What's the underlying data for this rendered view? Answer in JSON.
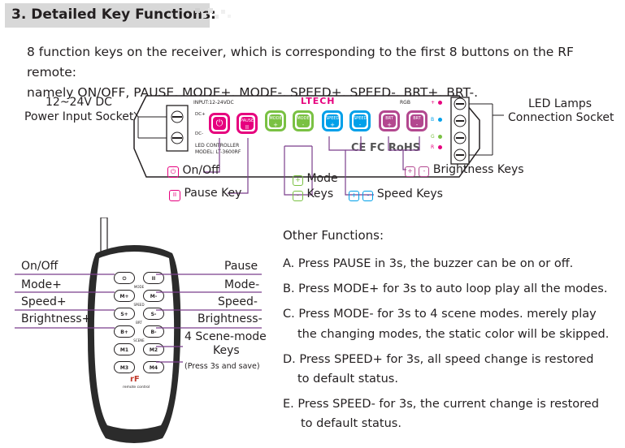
{
  "section": {
    "number": "3.",
    "title": "Detailed Key Functions",
    "colon": ":"
  },
  "intro": {
    "line1": "8 function keys on the receiver, which is corresponding to the first 8 buttons on the RF remote:",
    "line2": "namely ON/OFF, PAUSE, MODE+, MODE-, SPEED+, SPEED-, BRT+, BRT-."
  },
  "receiver": {
    "power_label_1": "12~24V DC",
    "power_label_2": "Power Input Socket",
    "led_label_1": "LED Lamps",
    "led_label_2": "Connection Socket",
    "brand": "LTECH",
    "input_text": "INPUT:12-24VDC",
    "dc_plus": "DC+",
    "dc_minus": "DC-",
    "rgb_text": "RGB",
    "product_line1": "LED CONTROLLER",
    "product_line2": "MODEL: LT-3600RF",
    "cert": "CE FC RoHS",
    "channels": [
      "+",
      "B",
      "G",
      "R"
    ],
    "keys": [
      {
        "name": "on-off",
        "line1": "",
        "line2": "",
        "color": "#e6007e"
      },
      {
        "name": "pause",
        "line1": "PAUSE",
        "line2": "II",
        "color": "#e6007e"
      },
      {
        "name": "mode-plus",
        "line1": "MODE",
        "line2": "+",
        "color": "#7ac143"
      },
      {
        "name": "mode-minus",
        "line1": "MODE",
        "line2": "-",
        "color": "#7ac143"
      },
      {
        "name": "speed-plus",
        "line1": "SPEED",
        "line2": "+",
        "color": "#00a0e9"
      },
      {
        "name": "speed-minus",
        "line1": "SPEED",
        "line2": "-",
        "color": "#00a0e9"
      },
      {
        "name": "brt-plus",
        "line1": "BRT",
        "line2": "+",
        "color": "#b3488f"
      },
      {
        "name": "brt-minus",
        "line1": "BRT",
        "line2": "-",
        "color": "#b3488f"
      }
    ],
    "callouts": {
      "on_off": "On/Off",
      "pause": "Pause Key",
      "mode_1": "Mode",
      "mode_2": "Keys",
      "speed": "Speed Keys",
      "brightness": "Brightness Keys"
    }
  },
  "remote": {
    "labels_left": [
      "On/Off",
      "Mode+",
      "Speed+",
      "Brightness+"
    ],
    "labels_right": [
      "Pause",
      "Mode-",
      "Speed-",
      "Brightness-"
    ],
    "scene_1": "4 Scene-mode",
    "scene_2": "Keys",
    "scene_note": "(Press 3s and save)",
    "buttons": [
      [
        "⏻",
        "II"
      ],
      [
        "M+",
        "M-"
      ],
      [
        "S+",
        "S-"
      ],
      [
        "B+",
        "B-"
      ],
      [
        "M1",
        "M2"
      ],
      [
        "M3",
        "M4"
      ]
    ],
    "row_captions": [
      "",
      "MODE",
      "SPEED",
      "BRT",
      "SCENE",
      ""
    ],
    "logo": "rF",
    "logo_caption": "remote control"
  },
  "other_functions": {
    "title": "Other Functions:",
    "items": [
      "A. Press PAUSE in 3s, the buzzer can be on or off.",
      "B. Press MODE+ for 3s to auto loop play all the modes.",
      "C. Press MODE- for 3s to 4 scene modes. merely play",
      "the changing modes, the static color will be skipped.",
      "D. Press SPEED+ for 3s, all speed change is restored",
      "to default status.",
      "E. Press SPEED- for 3s, the current change is restored",
      "to default status."
    ]
  },
  "colors": {
    "heading_bg": "#d8d8d8",
    "magenta": "#e6007e",
    "green": "#7ac143",
    "blue": "#00a0e9",
    "purple": "#b3488f",
    "remote_body": "#2b2b2b"
  }
}
